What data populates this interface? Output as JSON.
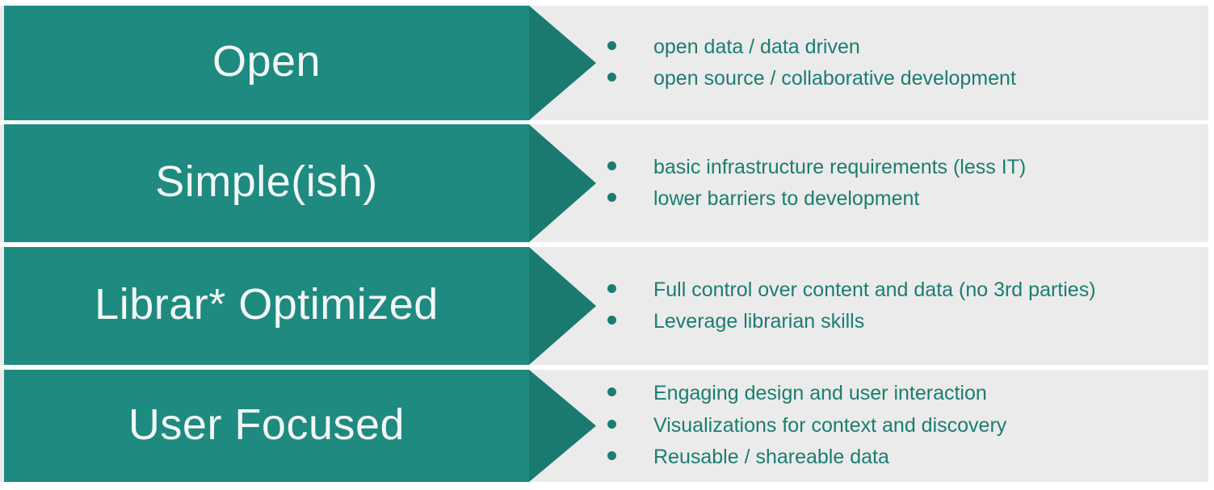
{
  "colors": {
    "band": "#1e8a80",
    "arrowhead": "#1a7a70",
    "panel": "#ebebeb",
    "bullet_text": "#1b7d70",
    "label_text": "#f2f7f6",
    "page_background": "#ffffff"
  },
  "rows": [
    {
      "label": "Open",
      "bullets": [
        "open data / data driven",
        "open source / collaborative development"
      ]
    },
    {
      "label": "Simple(ish)",
      "bullets": [
        "basic infrastructure requirements (less IT)",
        "lower barriers to development"
      ]
    },
    {
      "label": "Librar* Optimized",
      "bullets": [
        "Full control over content and data (no 3rd parties)",
        "Leverage librarian skills"
      ]
    },
    {
      "label": "User Focused",
      "bullets": [
        "Engaging design and user interaction",
        "Visualizations for context and discovery",
        "Reusable / shareable data"
      ]
    }
  ]
}
